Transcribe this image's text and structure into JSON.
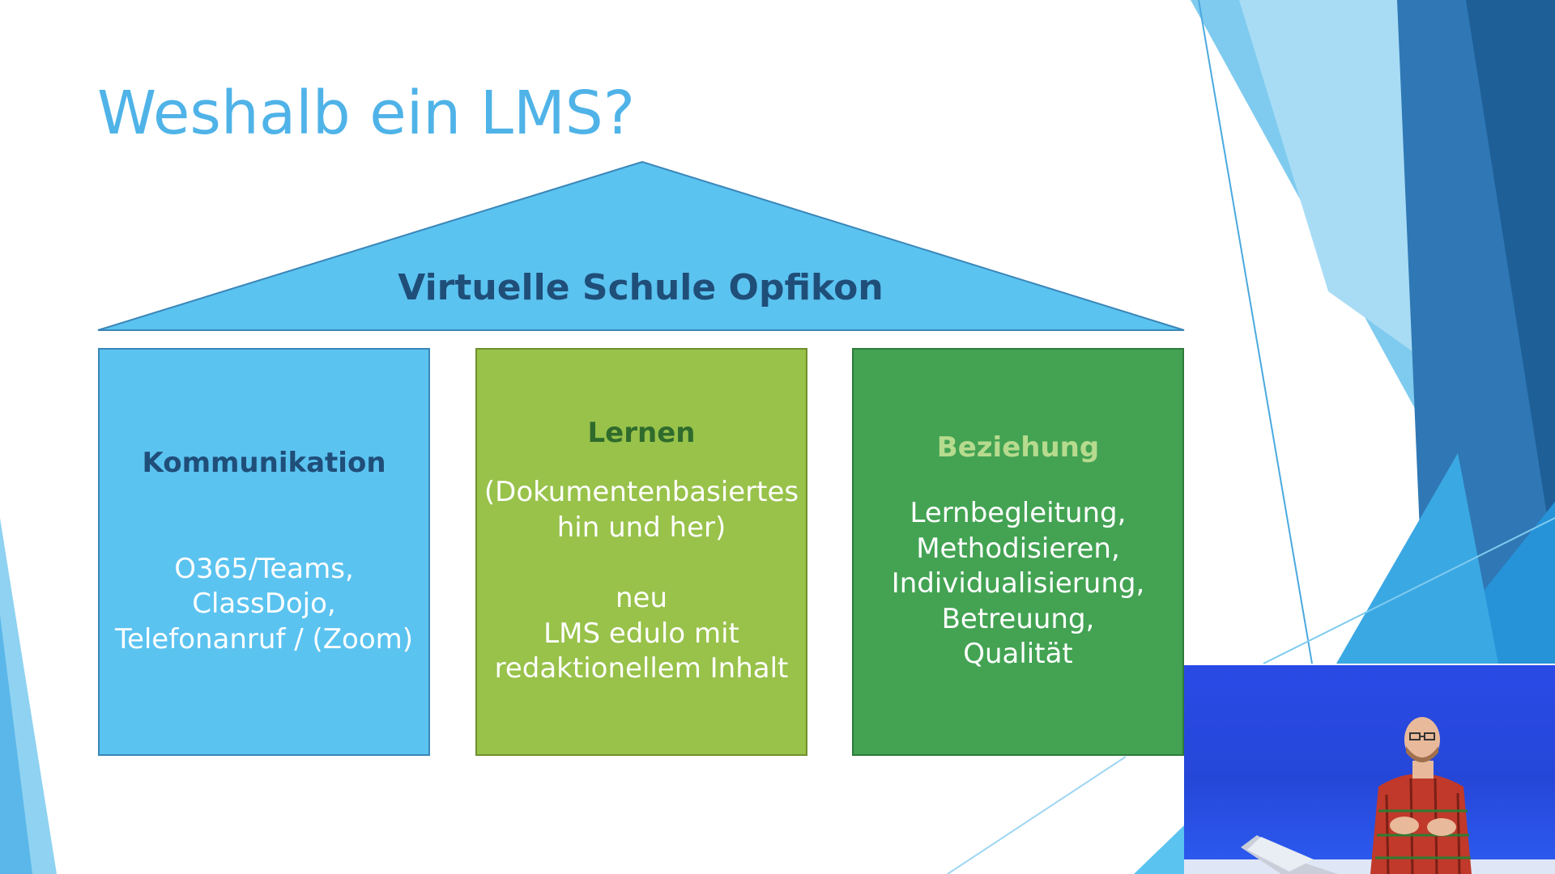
{
  "slide": {
    "title": "Weshalb ein LMS?",
    "roof_label": "Virtuelle Schule Opfikon"
  },
  "pillars": [
    {
      "heading": "Kommunikation",
      "body": "O365/Teams,\nClassDojo,\nTelefonanruf / (Zoom)"
    },
    {
      "heading": "Lernen",
      "body": "(Dokumentenbasiertes\nhin und her)\n\nneu\nLMS edulo mit\nredaktionellem Inhalt"
    },
    {
      "heading": "Beziehung",
      "body": "Lernbegleitung,\nMethodisieren,\nIndividualisierung,\nBetreuung,\nQualität"
    }
  ],
  "colors": {
    "title": "#4fb3e8",
    "roof": "#5bc3f0",
    "pillar_communication": "#5bc3f0",
    "pillar_learning": "#98c24a",
    "pillar_relationship": "#43a353"
  }
}
